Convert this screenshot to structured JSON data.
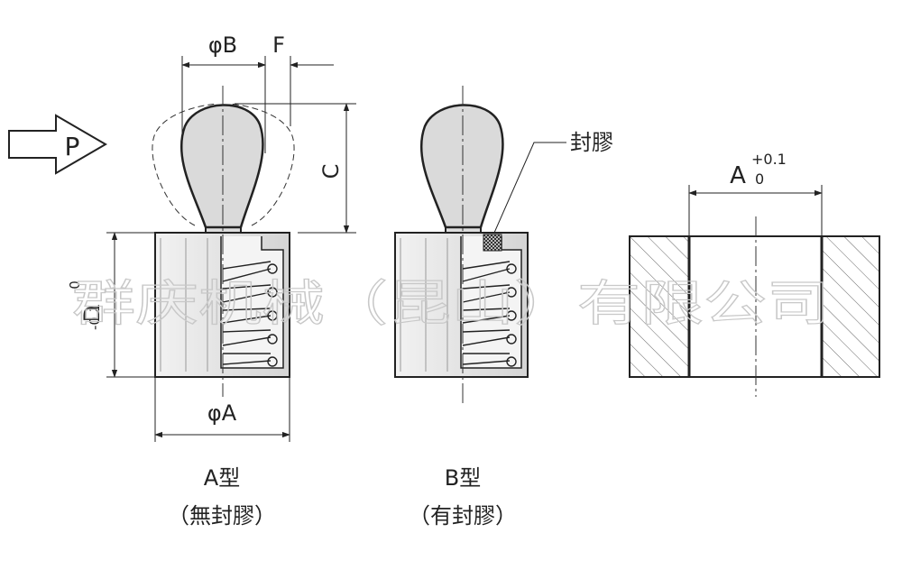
{
  "labels": {
    "phi_b": "φB",
    "f": "F",
    "c": "C",
    "p": "P",
    "d_main": "D",
    "d_tol": "-0.1",
    "d_tol_upper": "0",
    "phi_a": "φA",
    "seal": "封膠",
    "a_main": "A",
    "a_tol_upper": "+0.1",
    "a_tol_lower": "0"
  },
  "types": {
    "a_name": "A型",
    "a_desc": "（無封膠）",
    "b_name": "B型",
    "b_desc": "（有封膠）"
  },
  "watermark": "群庆机械（昆山）有限公司",
  "colors": {
    "line": "#222222",
    "body_fill": "#e6e6e6",
    "knob_fill": "#dadada",
    "hatch": "#555555"
  }
}
